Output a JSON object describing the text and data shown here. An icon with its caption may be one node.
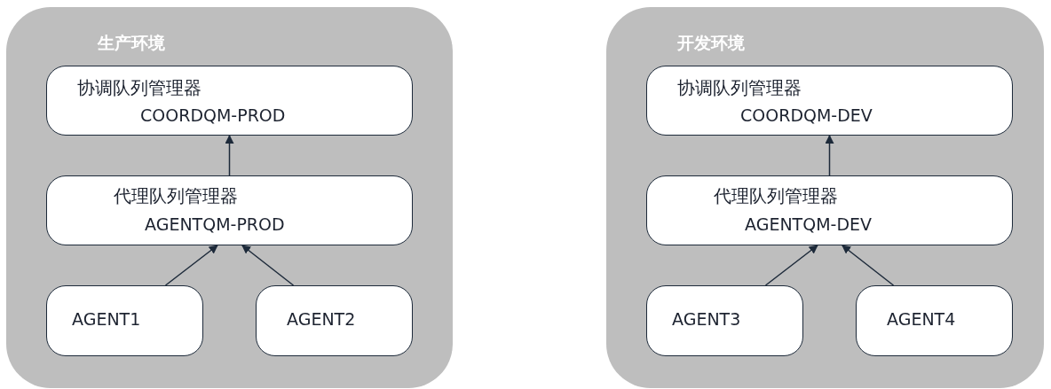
{
  "diagram": {
    "nodes": [
      {
        "text": [
          "生产环境"
        ]
      },
      {
        "text": [
          "协调队列管理器",
          "COORDQM-PROD"
        ],
        "in": 0
      },
      {
        "text": [
          "代理队列管理器",
          "AGENTQM-PROD"
        ],
        "in": 0
      },
      {
        "text": [
          "AGENT1"
        ],
        "in": 0
      },
      {
        "text": [
          "AGENT2"
        ],
        "in": 0
      },
      {
        "text": [
          "开发环境"
        ]
      },
      {
        "text": [
          "协调队列管理器",
          "COORDQM-DEV"
        ],
        "in": 5
      },
      {
        "text": [
          "代理队列管理器",
          "AGENTQM-DEV"
        ],
        "in": 5
      },
      {
        "text": [
          "AGENT3"
        ],
        "in": 5
      },
      {
        "text": [
          "AGENT4"
        ],
        "in": 5
      }
    ],
    "edges": [
      {
        "from": 2,
        "to": 1,
        "arrow": "to"
      },
      {
        "from": 3,
        "to": 2,
        "arrow": "to"
      },
      {
        "from": 4,
        "to": 2,
        "arrow": "to"
      },
      {
        "from": 7,
        "to": 6,
        "arrow": "to"
      },
      {
        "from": 8,
        "to": 7,
        "arrow": "to"
      },
      {
        "from": 9,
        "to": 7,
        "arrow": "to"
      }
    ]
  }
}
